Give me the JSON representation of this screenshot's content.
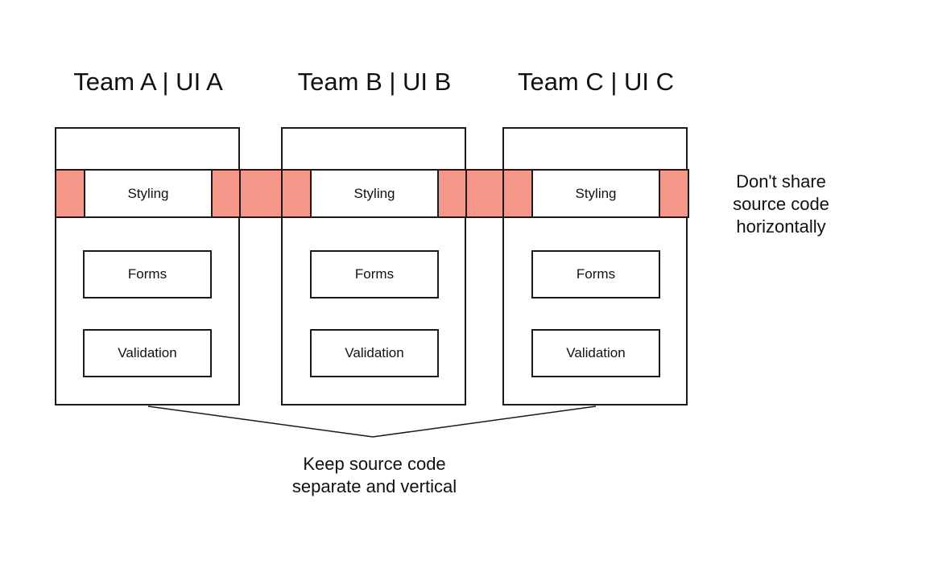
{
  "teams": [
    {
      "title": "Team A | UI A",
      "modules": {
        "styling": "Styling",
        "forms": "Forms",
        "validation": "Validation"
      }
    },
    {
      "title": "Team B | UI B",
      "modules": {
        "styling": "Styling",
        "forms": "Forms",
        "validation": "Validation"
      }
    },
    {
      "title": "Team C | UI C",
      "modules": {
        "styling": "Styling",
        "forms": "Forms",
        "validation": "Validation"
      }
    }
  ],
  "notes": {
    "horizontal": "Don't share source code horizontally",
    "vertical_line1": "Keep source code",
    "vertical_line2": "separate and vertical"
  },
  "colors": {
    "shared_band": "#f5988a",
    "stroke": "#1a1a1a"
  }
}
